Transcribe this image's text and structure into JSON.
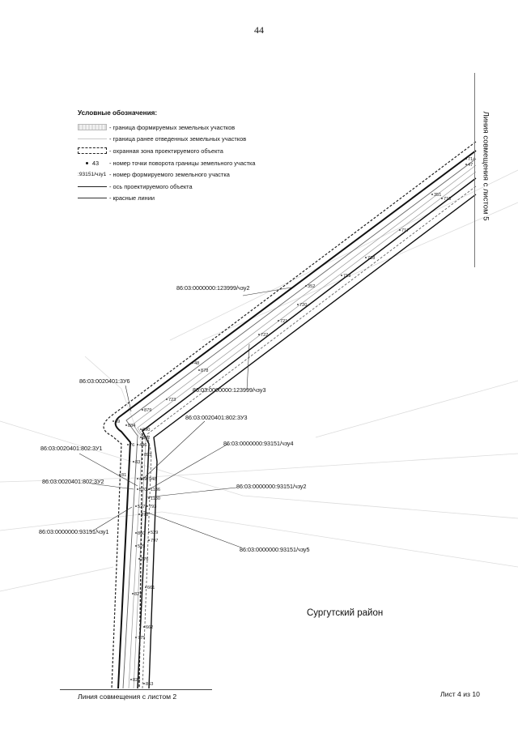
{
  "page_number": "44",
  "legend": {
    "title": "Условные обозначения:",
    "items": [
      {
        "text": "- граница формируемых земельных участков"
      },
      {
        "text": "- граница ранее отведенных земельных участков"
      },
      {
        "text": "- охранная зона проектируемого объекта"
      },
      {
        "symbol": "43",
        "text": "- номер точки поворота границы земельного участка"
      },
      {
        "symbol": ":93151/чзу1",
        "text": "- номер формируемого земельного участка"
      },
      {
        "text": "- ось проектируемого объекта"
      },
      {
        "text": "- красные линии"
      }
    ]
  },
  "side_label": "Линия совмещения с листом 5",
  "bottom_label": "Линия совмещения с листом 2",
  "sheet_label": "Лист 4 из 10",
  "district": "Сургутский район",
  "parcels": [
    "86:03:0000000:123999/чзу2",
    "86:03:0000000:123999/чзу3",
    "86:03:0020401:3У6",
    "86:03:0020401:802:3У3",
    "86:03:0020401:802:3У1",
    "86:03:0000000:93151/чзу4",
    "86:03:0020401:802:3У2",
    "86:03:0000000:93151/чзу2",
    "86:03:0000000:93151/чзу1",
    "86:03:0000000:93151/чзу5"
  ],
  "points": [
    "47",
    "714",
    "351",
    "715",
    "717",
    "718",
    "719",
    "352",
    "720",
    "721",
    "722",
    "48",
    "878",
    "723",
    "49",
    "879",
    "884",
    "890",
    "892",
    "446",
    "893",
    "83",
    "948",
    "449",
    "570",
    "1186",
    "1180",
    "527",
    "793",
    "878",
    "529",
    "797",
    "860",
    "525",
    "776",
    "827",
    "661",
    "662",
    "775",
    "825",
    "863",
    "76",
    "81"
  ]
}
